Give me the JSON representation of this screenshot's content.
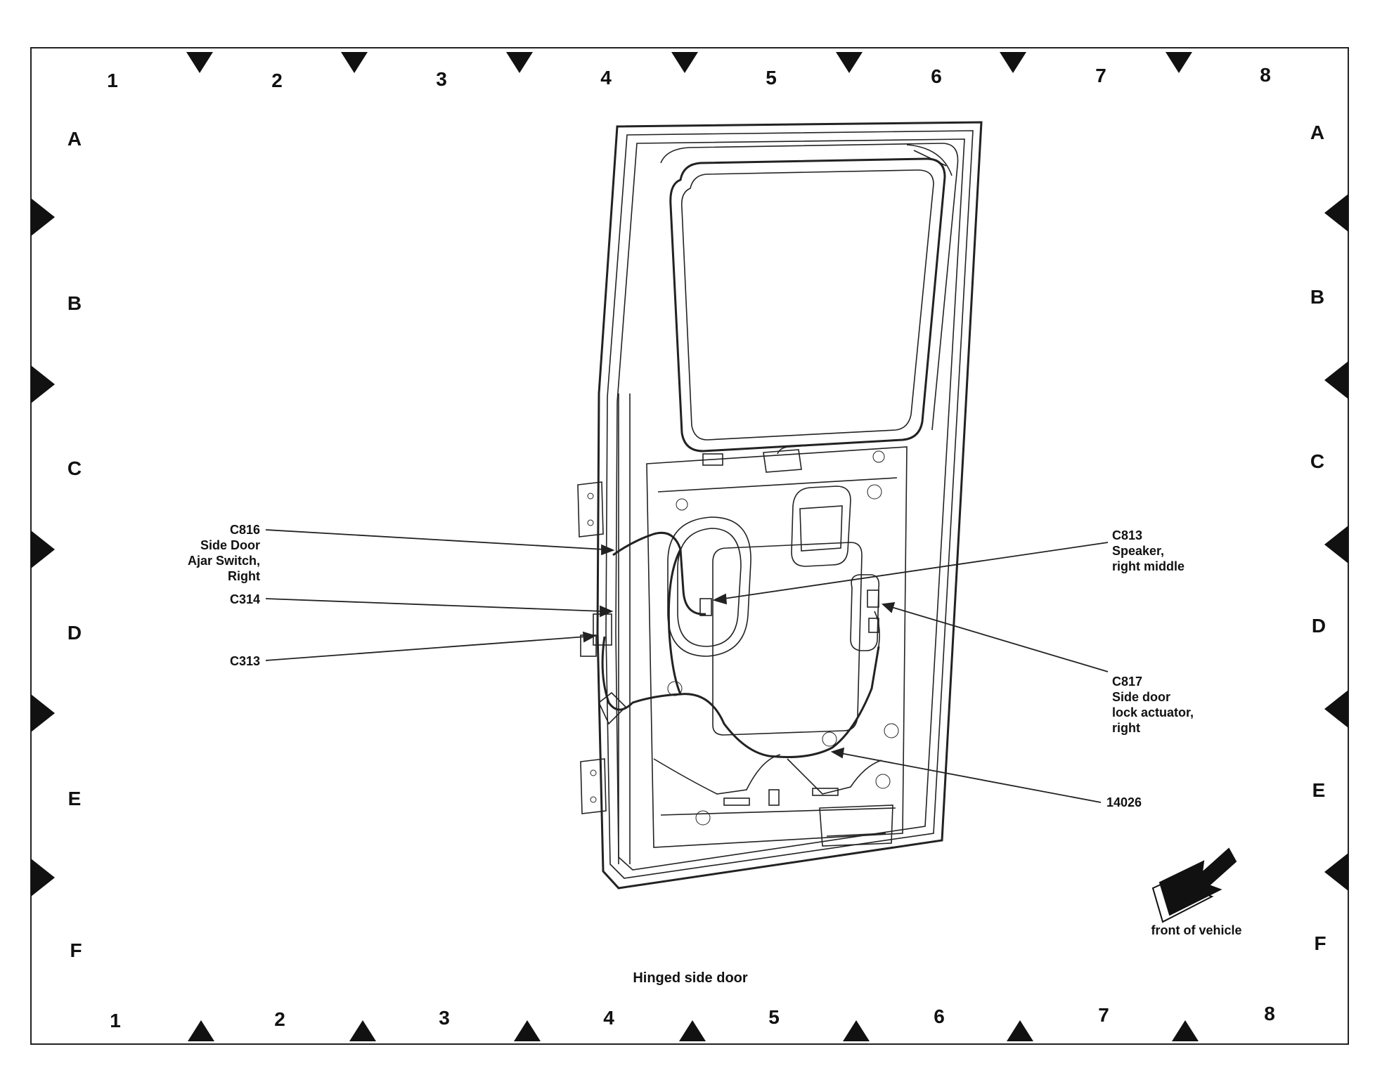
{
  "grid": {
    "columns": [
      "1",
      "2",
      "3",
      "4",
      "5",
      "6",
      "7",
      "8"
    ],
    "rows": [
      "A",
      "B",
      "C",
      "D",
      "E",
      "F"
    ]
  },
  "callouts": {
    "c816": [
      "C816",
      "Side Door",
      "Ajar Switch,",
      "Right"
    ],
    "c314": [
      "C314"
    ],
    "c313": [
      "C313"
    ],
    "c813": [
      "C813",
      "Speaker,",
      "right middle"
    ],
    "c817": [
      "C817",
      "Side door",
      "lock actuator,",
      "right"
    ],
    "n14026": [
      "14026"
    ]
  },
  "caption": "Hinged side door",
  "orientation": {
    "label": "front of vehicle",
    "icon": "arrow-icon"
  }
}
